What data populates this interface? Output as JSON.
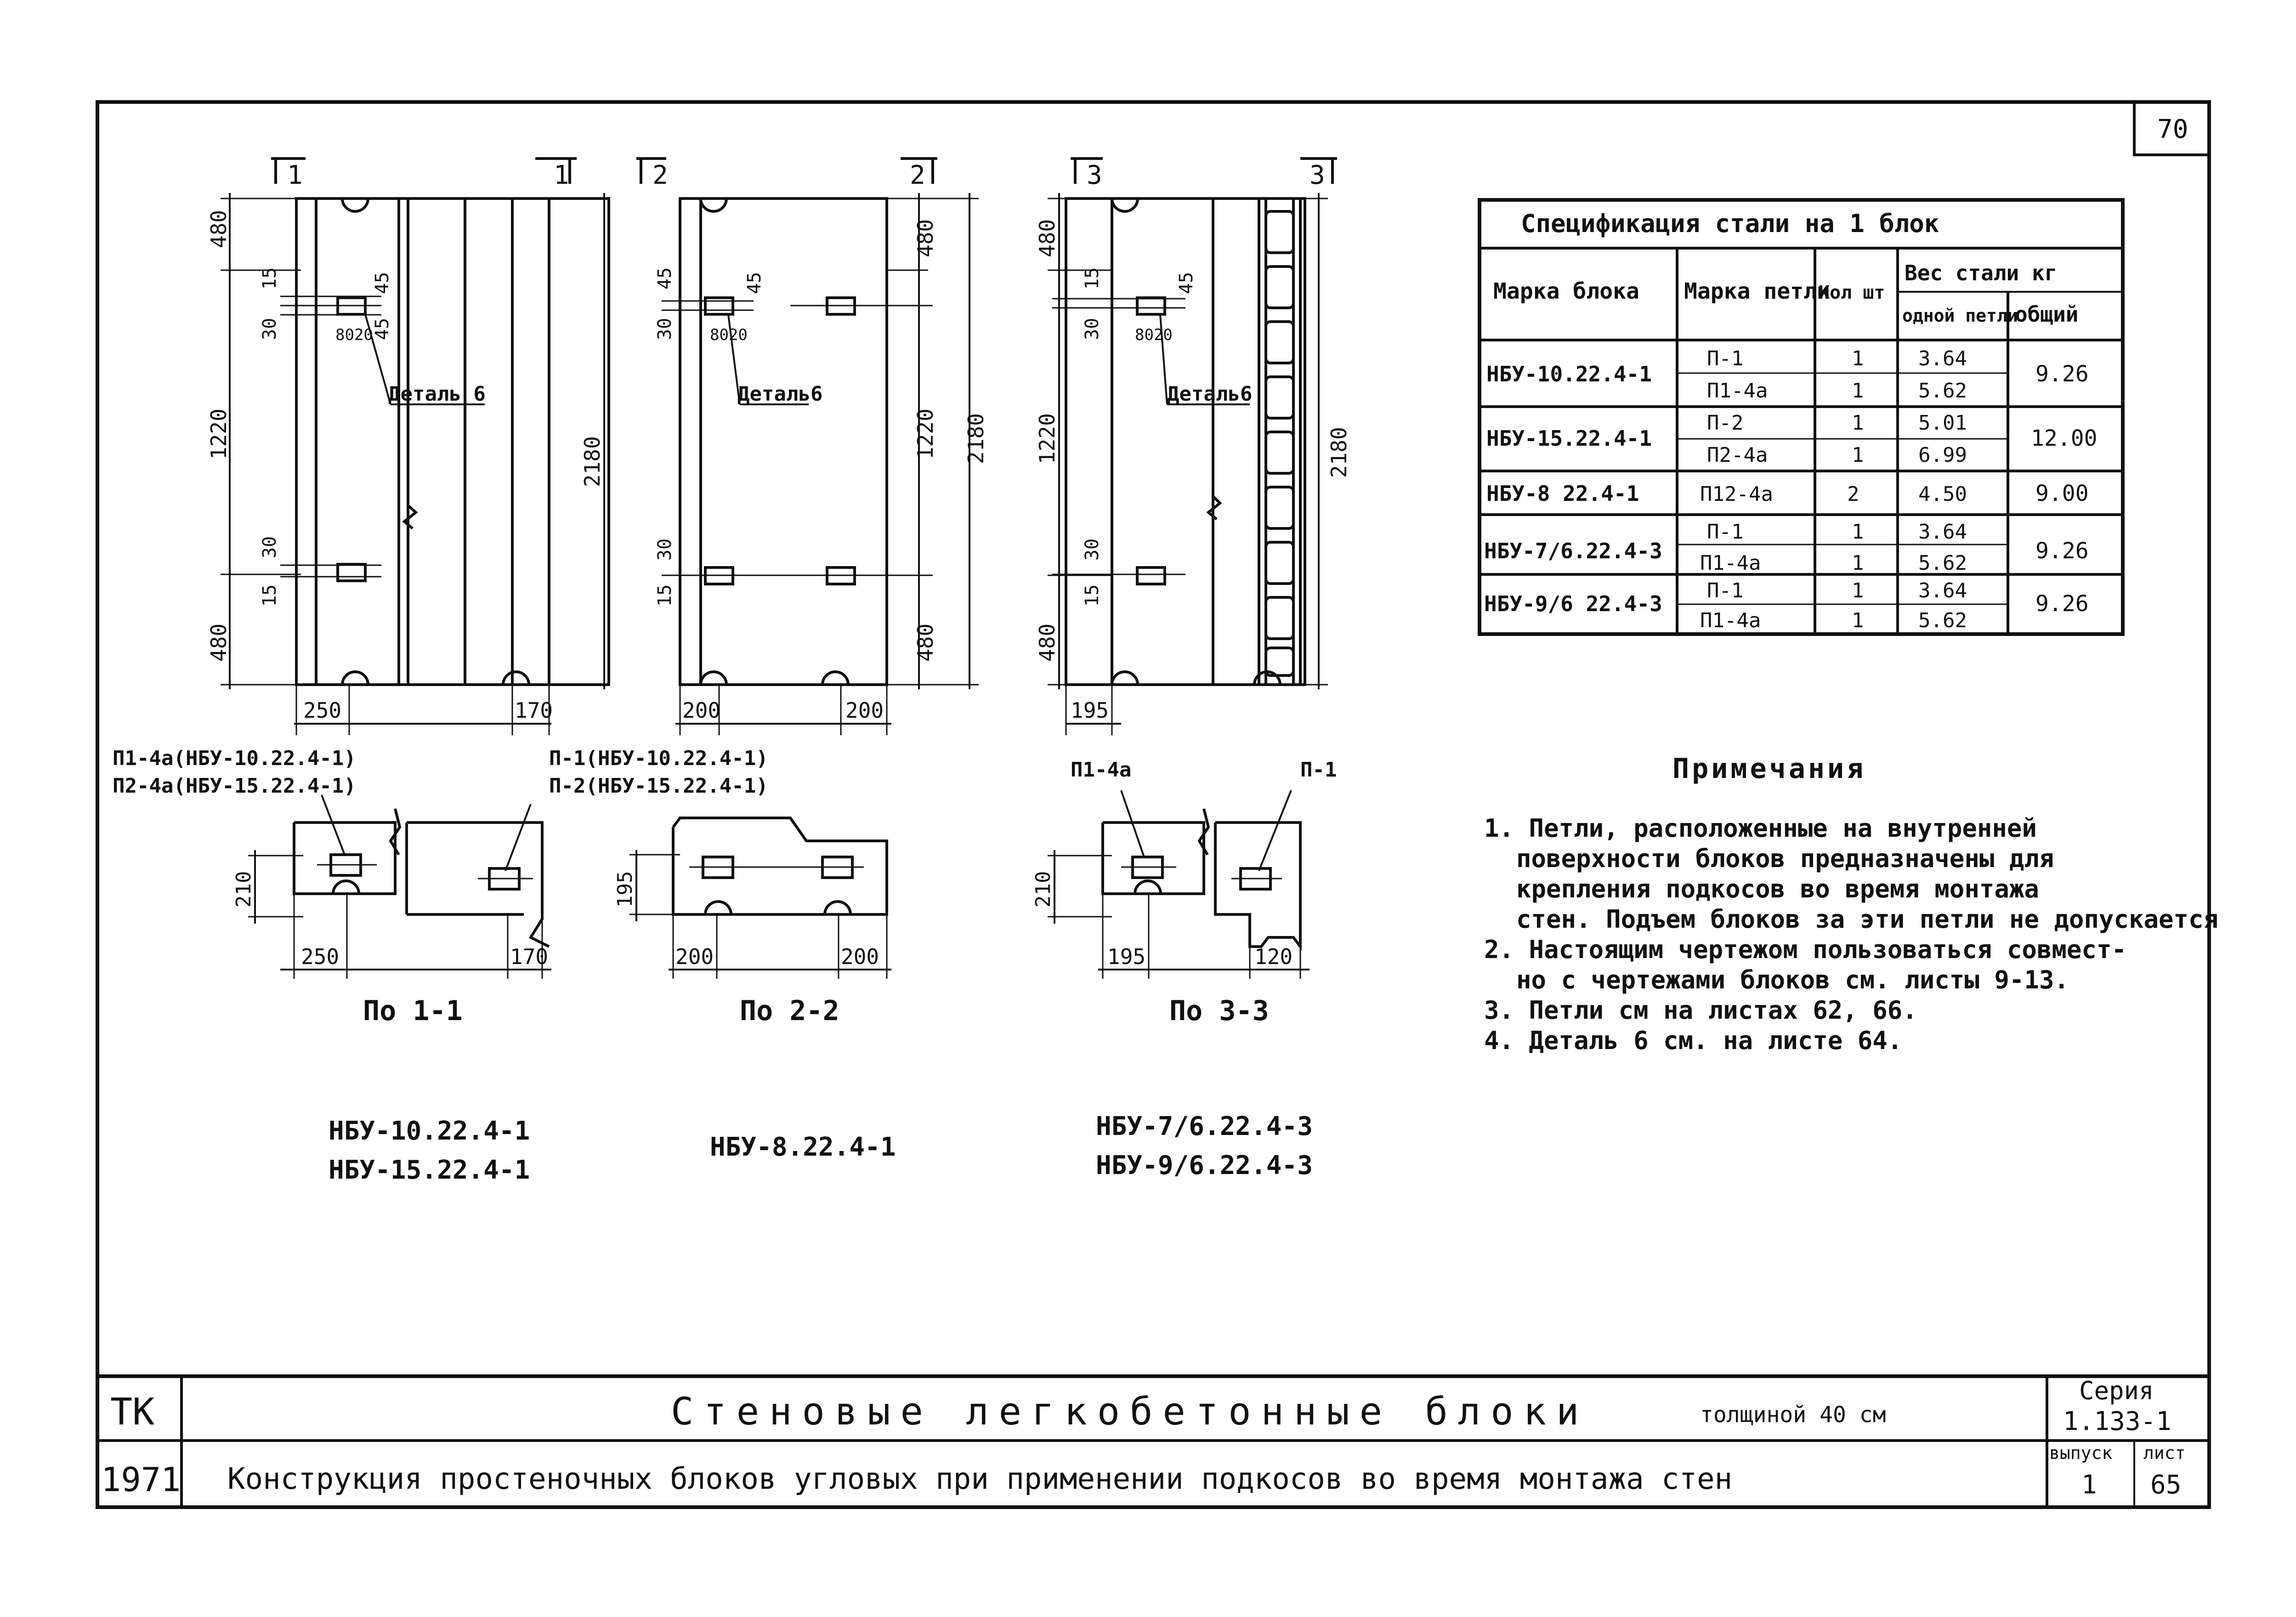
{
  "sheet": {
    "page_number": "70",
    "org": "ТК",
    "year": "1971",
    "title_main": "Стеновые легкобетонные блоки",
    "title_thickness": "толщиной 40 см",
    "title_sub": "Конструкция простеночных блоков угловых при применении подкосов во время монтажа стен",
    "series_label": "Серия",
    "series_value": "1.133-1",
    "issue_label": "выпуск",
    "issue_value": "1",
    "sheet_label": "лист",
    "sheet_value": "65"
  },
  "spec_table": {
    "title": "Спецификация стали на 1 блок",
    "headers": {
      "block_mark": "Марка блока",
      "loop_mark": "Марка петли",
      "qty": "Кол шт",
      "weight": "Вес стали кг",
      "weight_one": "одной петли",
      "weight_total": "общий"
    },
    "rows": [
      {
        "block": "НБУ-10.22.4-1",
        "loops": [
          {
            "mark": "П-1",
            "qty": "1",
            "w": "3.64"
          },
          {
            "mark": "П1-4а",
            "qty": "1",
            "w": "5.62"
          }
        ],
        "total": "9.26"
      },
      {
        "block": "НБУ-15.22.4-1",
        "loops": [
          {
            "mark": "П-2",
            "qty": "1",
            "w": "5.01"
          },
          {
            "mark": "П2-4а",
            "qty": "1",
            "w": "6.99"
          }
        ],
        "total": "12.00"
      },
      {
        "block": "НБУ-8 22.4-1",
        "loops": [
          {
            "mark": "П12-4а",
            "qty": "2",
            "w": "4.50"
          }
        ],
        "total": "9.00"
      },
      {
        "block": "НБУ-7/6.22.4-3",
        "loops": [
          {
            "mark": "П-1",
            "qty": "1",
            "w": "3.64"
          },
          {
            "mark": "П1-4а",
            "qty": "1",
            "w": "5.62"
          }
        ],
        "total": "9.26"
      },
      {
        "block": "НБУ-9/6 22.4-3",
        "loops": [
          {
            "mark": "П-1",
            "qty": "1",
            "w": "3.64"
          },
          {
            "mark": "П1-4а",
            "qty": "1",
            "w": "5.62"
          }
        ],
        "total": "9.26"
      }
    ]
  },
  "notes": {
    "heading": "Примечания",
    "lines": [
      "1. Петли, расположенные на внутренней",
      "поверхности блоков предназначены для",
      "крепления подкосов во время монтажа",
      "стен. Подъем блоков за эти петли не допускается",
      "2. Настоящим чертежом пользоваться совмест-",
      "но с чертежами блоков см. листы 9-13.",
      "3. Петли см на листах 62, 66.",
      "4. Деталь 6 см. на листе 64."
    ]
  },
  "drawings": {
    "dims": {
      "d480": "480",
      "d1220": "1220",
      "d2180": "2180",
      "d15": "15",
      "d30": "30",
      "d45": "45",
      "d8020": "8020",
      "d250": "250",
      "d170": "170",
      "d200": "200",
      "d195": "195",
      "d210": "210",
      "d120": "120"
    },
    "section_marks": {
      "s1": "1",
      "s2": "2",
      "s3": "3"
    },
    "detail_label": "Деталь 6",
    "detail_label_b": "Деталь6",
    "sections": {
      "s11": "По 1-1",
      "s22": "По 2-2",
      "s33": "По 3-3"
    },
    "leaders": {
      "l1a": "П1-4а(НБУ-10.22.4-1)",
      "l1b": "П2-4а(НБУ-15.22.4-1)",
      "l2a": "П-1(НБУ-10.22.4-1)",
      "l2b": "П-2(НБУ-15.22.4-1)",
      "l3a": "П1-4а",
      "l3b": "П-1"
    },
    "block_names": {
      "b1a": "НБУ-10.22.4-1",
      "b1b": "НБУ-15.22.4-1",
      "b2": "НБУ-8.22.4-1",
      "b3a": "НБУ-7/6.22.4-3",
      "b3b": "НБУ-9/6.22.4-3"
    }
  }
}
